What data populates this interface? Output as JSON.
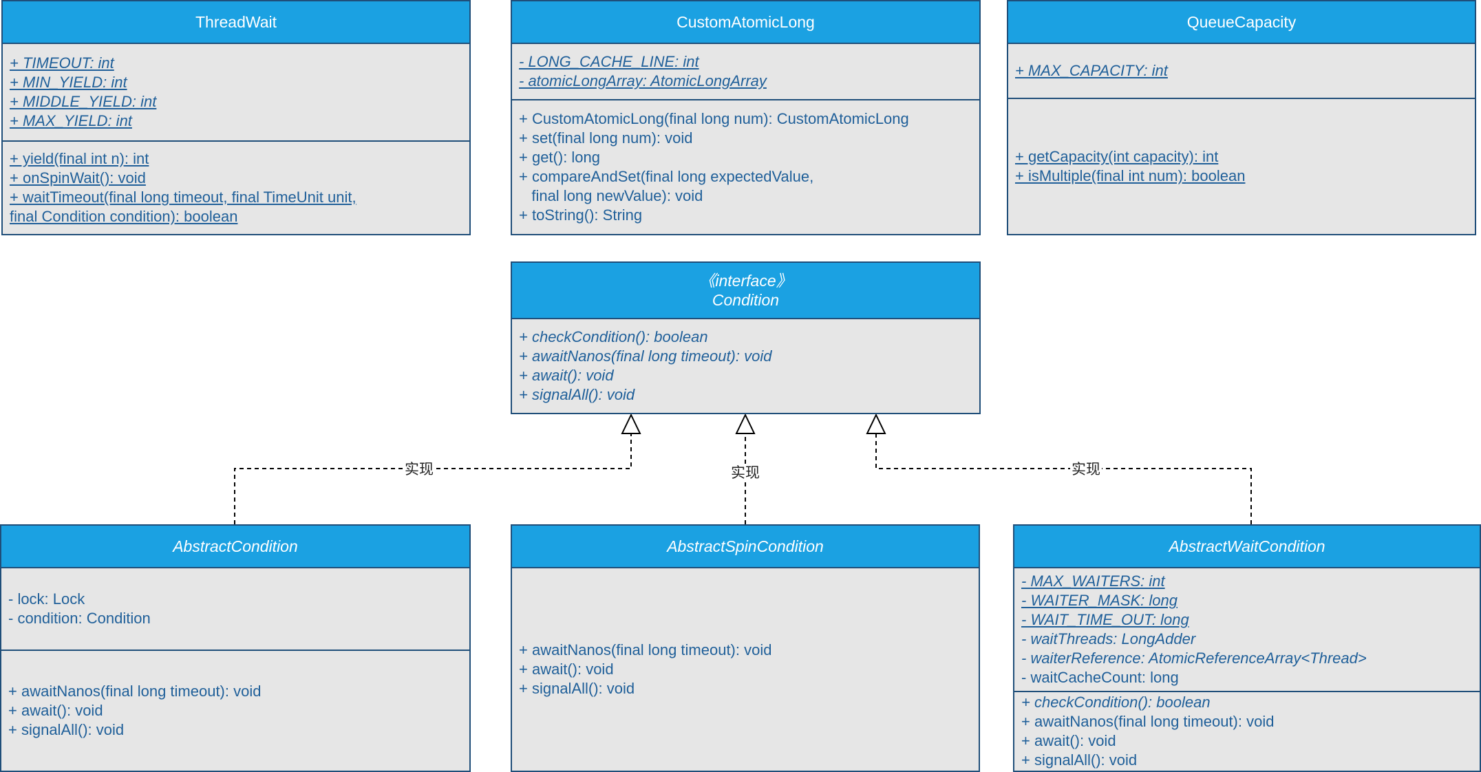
{
  "classes": {
    "threadwait": {
      "name": "ThreadWait",
      "attributes": [
        "+ TIMEOUT: int",
        "+ MIN_YIELD: int",
        "+ MIDDLE_YIELD: int",
        "+ MAX_YIELD: int"
      ],
      "methods": [
        "+ yield(final int n): int",
        "+ onSpinWait(): void",
        "+ waitTimeout(final long timeout, final TimeUnit unit,",
        "final Condition condition): boolean"
      ]
    },
    "customatomiclong": {
      "name": "CustomAtomicLong",
      "attributes": [
        "- LONG_CACHE_LINE: int",
        "- atomicLongArray: AtomicLongArray"
      ],
      "methods": [
        "+ CustomAtomicLong(final long num): CustomAtomicLong",
        "+ set(final long num): void",
        "+ get(): long",
        "+ compareAndSet(final long expectedValue,",
        "   final long newValue): void",
        "+ toString(): String"
      ]
    },
    "queuecapacity": {
      "name": "QueueCapacity",
      "attributes": [
        "+ MAX_CAPACITY: int"
      ],
      "methods": [
        "+ getCapacity(int capacity): int",
        "+ isMultiple(final int num): boolean"
      ]
    },
    "condition": {
      "stereotype": "《interface》",
      "name": "Condition",
      "methods": [
        "+ checkCondition(): boolean",
        "+ awaitNanos(final long timeout): void",
        "+ await(): void",
        "+ signalAll(): void"
      ]
    },
    "abstractcondition": {
      "name": "AbstractCondition",
      "attributes": [
        "- lock: Lock",
        "- condition: Condition"
      ],
      "methods": [
        "+ awaitNanos(final long timeout): void",
        "+ await(): void",
        "+ signalAll(): void"
      ]
    },
    "abstractspincondition": {
      "name": "AbstractSpinCondition",
      "methods": [
        "+ awaitNanos(final long timeout): void",
        "+ await(): void",
        "+ signalAll(): void"
      ]
    },
    "abstractwaitcondition": {
      "name": "AbstractWaitCondition",
      "attributes": [
        "- MAX_WAITERS: int",
        "- WAITER_MASK: long",
        "- WAIT_TIME_OUT: long",
        "- waitThreads: LongAdder",
        "- waiterReference: AtomicReferenceArray<Thread>",
        "- waitCacheCount: long"
      ],
      "methods": [
        "+ checkCondition(): boolean",
        "+ awaitNanos(final long timeout): void",
        "+ await(): void",
        "+ signalAll(): void"
      ]
    }
  },
  "edges": {
    "label_left": "实现",
    "label_middle": "实现",
    "label_right": "实现"
  }
}
